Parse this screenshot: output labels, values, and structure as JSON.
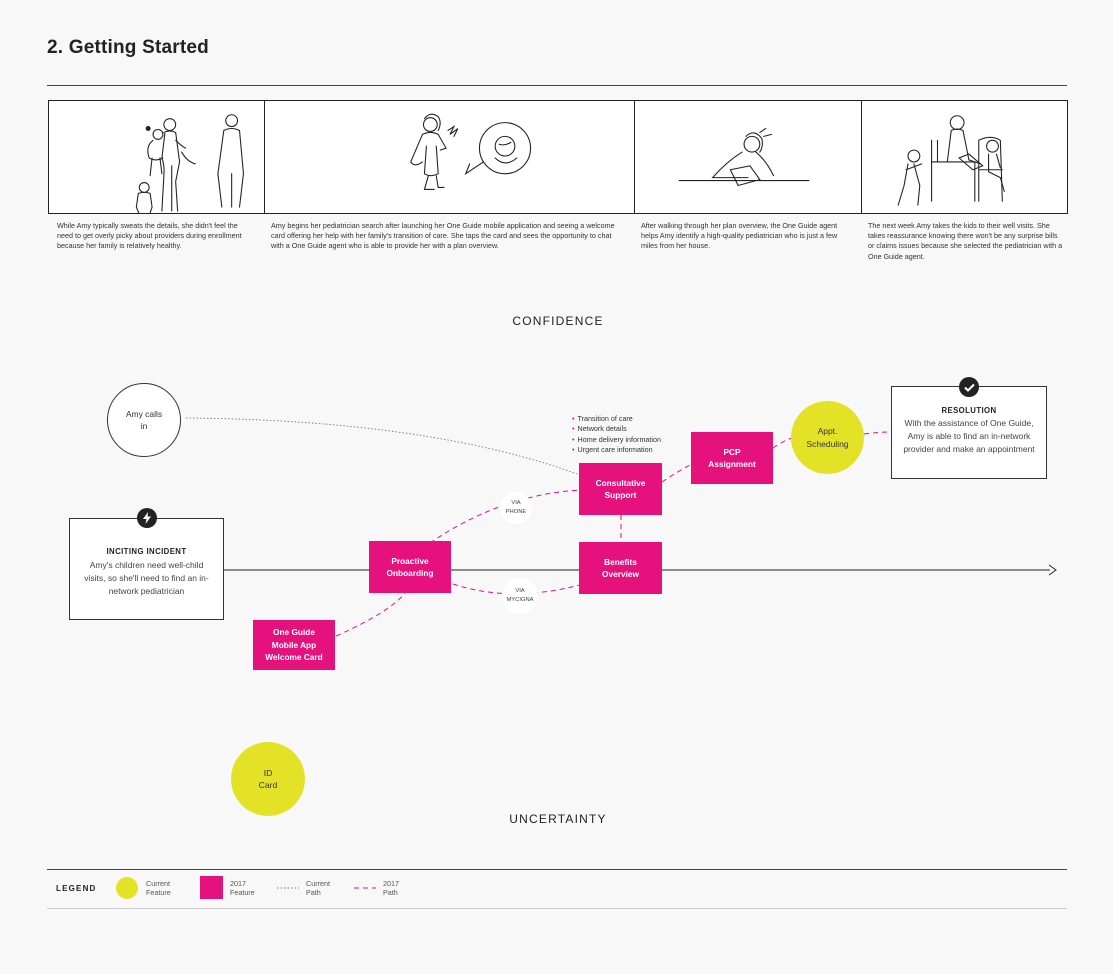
{
  "page": {
    "title": "2. Getting Started"
  },
  "storyboard": [
    {
      "caption": "While Amy typically sweats the details, she didn't feel the need to get overly picky about providers during enrollment because her family is relatively healthy."
    },
    {
      "caption": "Amy begins her pediatrician search after launching her One Guide mobile application and seeing a welcome card offering her help with her family's transition of care. She taps the card and sees the opportunity to chat with a One Guide agent who is able to provide her with a plan overview."
    },
    {
      "caption": "After walking through her plan overview, the One Guide agent helps Amy identify a high-quality pediatrician who is just a few miles from her house."
    },
    {
      "caption": "The next week Amy takes the kids to their well visits. She takes reassurance knowing there won't be any surprise bills or claims issues because she selected the pediatrician with a One Guide agent."
    }
  ],
  "journey": {
    "top_label": "CONFIDENCE",
    "bottom_label": "UNCERTAINTY",
    "amy_calls_in": "Amy calls in",
    "inciting": {
      "heading": "INCITING INCIDENT",
      "body": "Amy's children need well-child visits, so she'll need to find an in-network pediatrician",
      "icon": "lightning-icon"
    },
    "resolution": {
      "heading": "RESOLUTION",
      "body": "With the assistance of One Guide, Amy is able to find an in-network provider and make an appointment",
      "icon": "checkmark-icon"
    },
    "features": {
      "welcome_card": "One Guide Mobile App Welcome Card",
      "proactive_onboarding": "Proactive Onboarding",
      "consultative_support": "Consultative Support",
      "benefits_overview": "Benefits Overview",
      "pcp_assignment": "PCP Assignment"
    },
    "current_features": {
      "appt_scheduling": "Appt. Scheduling",
      "id_card": "ID Card"
    },
    "via_phone": "VIA PHONE",
    "via_mycigna": "VIA MYCIGNA",
    "support_topics": [
      "Transition of care",
      "Network details",
      "Home delivery information",
      "Urgent care information"
    ],
    "colors": {
      "current": "#e4e227",
      "feature_2017": "#e5117c"
    }
  },
  "legend": {
    "title": "LEGEND",
    "current_feature": "Current Feature",
    "feature_2017": "2017 Feature",
    "current_path": "Current Path",
    "path_2017": "2017 Path"
  }
}
